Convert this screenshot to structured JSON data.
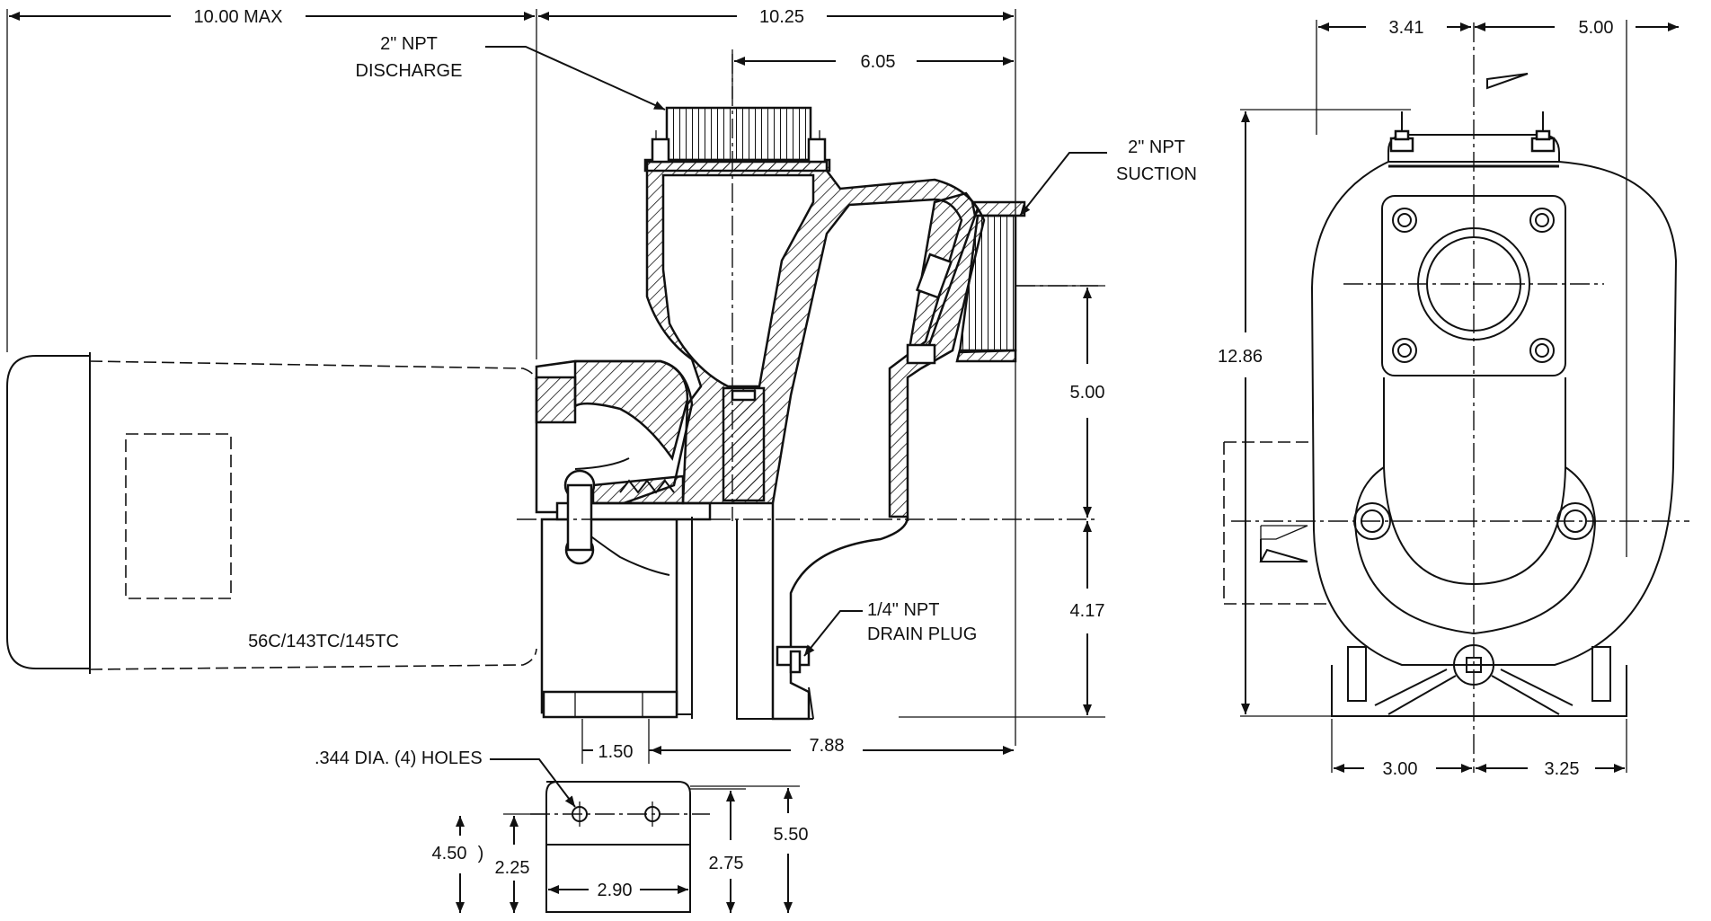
{
  "side_view": {
    "motor_length": "10.00 MAX",
    "pump_length": "10.25",
    "suction_to_center": "6.05",
    "discharge_label": [
      "2\" NPT",
      "DISCHARGE"
    ],
    "suction_label": [
      "2\" NPT",
      "SUCTION"
    ],
    "motor_frame": "56C/143TC/145TC",
    "suction_height": "5.00",
    "shaft_height": "4.17",
    "drain_label": [
      "1/4\" NPT",
      "DRAIN PLUG"
    ],
    "foot_spacing": "1.50",
    "foot_to_end": "7.88"
  },
  "foot_detail": {
    "holes_label": ".344 DIA. (4) HOLES",
    "overall_left": "4.50",
    "overall_right": "5.50",
    "hole_height": "2.25",
    "block_width": "2.90",
    "block_height": "2.75"
  },
  "front_view": {
    "width_left": "3.41",
    "width_right": "5.00",
    "overall_height": "12.86",
    "base_left": "3.00",
    "base_right": "3.25"
  }
}
